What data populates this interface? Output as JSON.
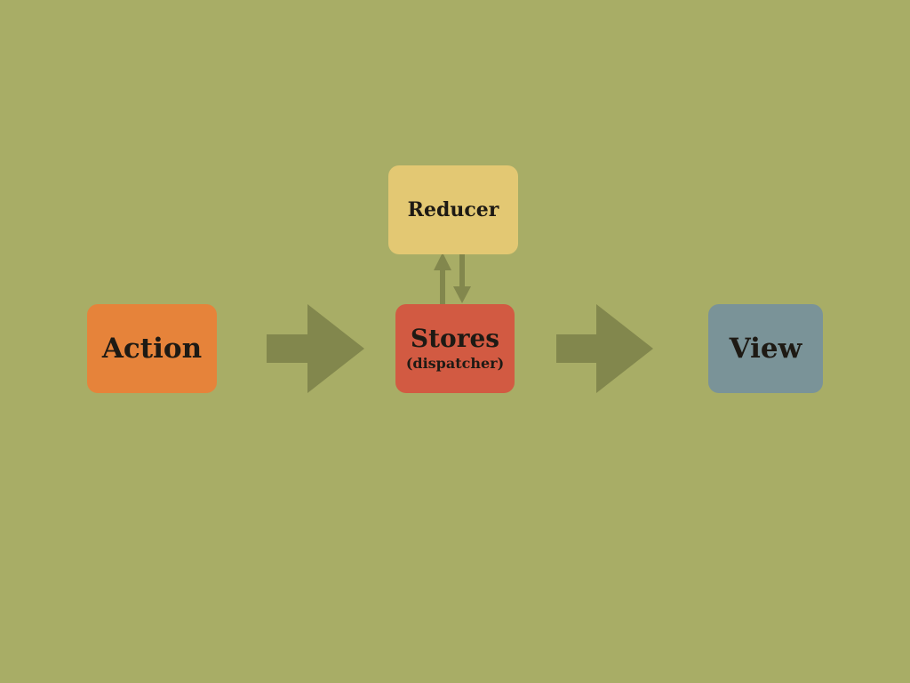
{
  "diagram": {
    "nodes": {
      "action": {
        "label": "Action"
      },
      "stores": {
        "label": "Stores",
        "sublabel": "(dispatcher)"
      },
      "reducer": {
        "label": "Reducer"
      },
      "view": {
        "label": "View"
      }
    },
    "edges": [
      {
        "from": "action",
        "to": "stores"
      },
      {
        "from": "stores",
        "to": "view"
      },
      {
        "from": "stores",
        "to": "reducer"
      },
      {
        "from": "reducer",
        "to": "stores"
      }
    ]
  },
  "colors": {
    "background": "#a8ad66",
    "action": "#e6833a",
    "stores": "#d25a42",
    "reducer": "#e3c873",
    "view": "#7a9398",
    "arrow": "#82874d"
  }
}
